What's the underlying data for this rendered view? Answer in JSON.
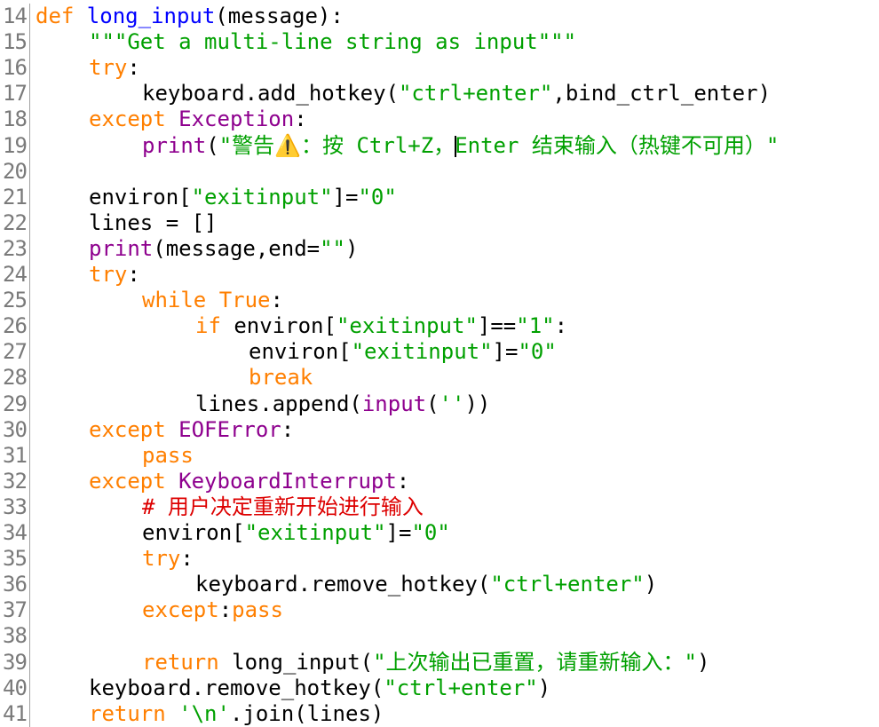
{
  "editor": {
    "lines": [
      {
        "num": "14",
        "indent": 0,
        "tokens": [
          [
            "keyword",
            "def "
          ],
          [
            "defname",
            "long_input"
          ],
          [
            "plain",
            "(message):"
          ]
        ]
      },
      {
        "num": "15",
        "indent": 1,
        "tokens": [
          [
            "string",
            "\"\"\"Get a multi-line string as input\"\"\""
          ]
        ]
      },
      {
        "num": "16",
        "indent": 1,
        "tokens": [
          [
            "keyword",
            "try"
          ],
          [
            "plain",
            ":"
          ]
        ]
      },
      {
        "num": "17",
        "indent": 2,
        "tokens": [
          [
            "plain",
            "keyboard.add_hotkey("
          ],
          [
            "string",
            "\"ctrl+enter\""
          ],
          [
            "plain",
            ",bind_ctrl_enter)"
          ]
        ]
      },
      {
        "num": "18",
        "indent": 1,
        "tokens": [
          [
            "keyword",
            "except "
          ],
          [
            "builtin",
            "Exception"
          ],
          [
            "plain",
            ":"
          ]
        ]
      },
      {
        "num": "19",
        "indent": 2,
        "tokens": [
          [
            "builtin",
            "print"
          ],
          [
            "plain",
            "("
          ],
          [
            "string",
            "\"警告⚠️：按 Ctrl+Z，"
          ],
          [
            "cursor",
            ""
          ],
          [
            "string",
            "Enter 结束输入（热键不可用）\""
          ]
        ]
      },
      {
        "num": "20",
        "indent": 0,
        "tokens": []
      },
      {
        "num": "21",
        "indent": 1,
        "tokens": [
          [
            "plain",
            "environ["
          ],
          [
            "string",
            "\"exitinput\""
          ],
          [
            "plain",
            "]="
          ],
          [
            "string",
            "\"0\""
          ]
        ]
      },
      {
        "num": "22",
        "indent": 1,
        "tokens": [
          [
            "plain",
            "lines = []"
          ]
        ]
      },
      {
        "num": "23",
        "indent": 1,
        "tokens": [
          [
            "builtin",
            "print"
          ],
          [
            "plain",
            "(message,end="
          ],
          [
            "string",
            "\"\""
          ],
          [
            "plain",
            ")"
          ]
        ]
      },
      {
        "num": "24",
        "indent": 1,
        "tokens": [
          [
            "keyword",
            "try"
          ],
          [
            "plain",
            ":"
          ]
        ]
      },
      {
        "num": "25",
        "indent": 2,
        "tokens": [
          [
            "keyword",
            "while True"
          ],
          [
            "plain",
            ":"
          ]
        ]
      },
      {
        "num": "26",
        "indent": 3,
        "tokens": [
          [
            "keyword",
            "if "
          ],
          [
            "plain",
            "environ["
          ],
          [
            "string",
            "\"exitinput\""
          ],
          [
            "plain",
            "]=="
          ],
          [
            "string",
            "\"1\""
          ],
          [
            "plain",
            ":"
          ]
        ]
      },
      {
        "num": "27",
        "indent": 4,
        "tokens": [
          [
            "plain",
            "environ["
          ],
          [
            "string",
            "\"exitinput\""
          ],
          [
            "plain",
            "]="
          ],
          [
            "string",
            "\"0\""
          ]
        ]
      },
      {
        "num": "28",
        "indent": 4,
        "tokens": [
          [
            "keyword",
            "break"
          ]
        ]
      },
      {
        "num": "29",
        "indent": 3,
        "tokens": [
          [
            "plain",
            "lines.append("
          ],
          [
            "builtin",
            "input"
          ],
          [
            "plain",
            "("
          ],
          [
            "string",
            "''"
          ],
          [
            "plain",
            "))"
          ]
        ]
      },
      {
        "num": "30",
        "indent": 1,
        "tokens": [
          [
            "keyword",
            "except "
          ],
          [
            "builtin",
            "EOFError"
          ],
          [
            "plain",
            ":"
          ]
        ]
      },
      {
        "num": "31",
        "indent": 2,
        "tokens": [
          [
            "keyword",
            "pass"
          ]
        ]
      },
      {
        "num": "32",
        "indent": 1,
        "tokens": [
          [
            "keyword",
            "except "
          ],
          [
            "builtin",
            "KeyboardInterrupt"
          ],
          [
            "plain",
            ":"
          ]
        ]
      },
      {
        "num": "33",
        "indent": 2,
        "tokens": [
          [
            "comment",
            "# 用户决定重新开始进行输入"
          ]
        ]
      },
      {
        "num": "34",
        "indent": 2,
        "tokens": [
          [
            "plain",
            "environ["
          ],
          [
            "string",
            "\"exitinput\""
          ],
          [
            "plain",
            "]="
          ],
          [
            "string",
            "\"0\""
          ]
        ]
      },
      {
        "num": "35",
        "indent": 2,
        "tokens": [
          [
            "keyword",
            "try"
          ],
          [
            "plain",
            ":"
          ]
        ]
      },
      {
        "num": "36",
        "indent": 3,
        "tokens": [
          [
            "plain",
            "keyboard.remove_hotkey("
          ],
          [
            "string",
            "\"ctrl+enter\""
          ],
          [
            "plain",
            ")"
          ]
        ]
      },
      {
        "num": "37",
        "indent": 2,
        "tokens": [
          [
            "keyword",
            "except"
          ],
          [
            "plain",
            ":"
          ],
          [
            "keyword",
            "pass"
          ]
        ]
      },
      {
        "num": "38",
        "indent": 0,
        "tokens": []
      },
      {
        "num": "39",
        "indent": 2,
        "tokens": [
          [
            "keyword",
            "return "
          ],
          [
            "plain",
            "long_input("
          ],
          [
            "string",
            "\"上次输出已重置，请重新输入：\""
          ],
          [
            "plain",
            ")"
          ]
        ]
      },
      {
        "num": "40",
        "indent": 1,
        "tokens": [
          [
            "plain",
            "keyboard.remove_hotkey("
          ],
          [
            "string",
            "\"ctrl+enter\""
          ],
          [
            "plain",
            ")"
          ]
        ]
      },
      {
        "num": "41",
        "indent": 1,
        "tokens": [
          [
            "keyword",
            "return "
          ],
          [
            "string",
            "'\\n'"
          ],
          [
            "plain",
            ".join(lines)"
          ]
        ]
      }
    ]
  },
  "colors": {
    "keyword": "#ff7f00",
    "builtin": "#8e008e",
    "defname": "#0000ff",
    "string": "#00a000",
    "comment": "#dd0000",
    "line_number": "#7a7a7a"
  }
}
